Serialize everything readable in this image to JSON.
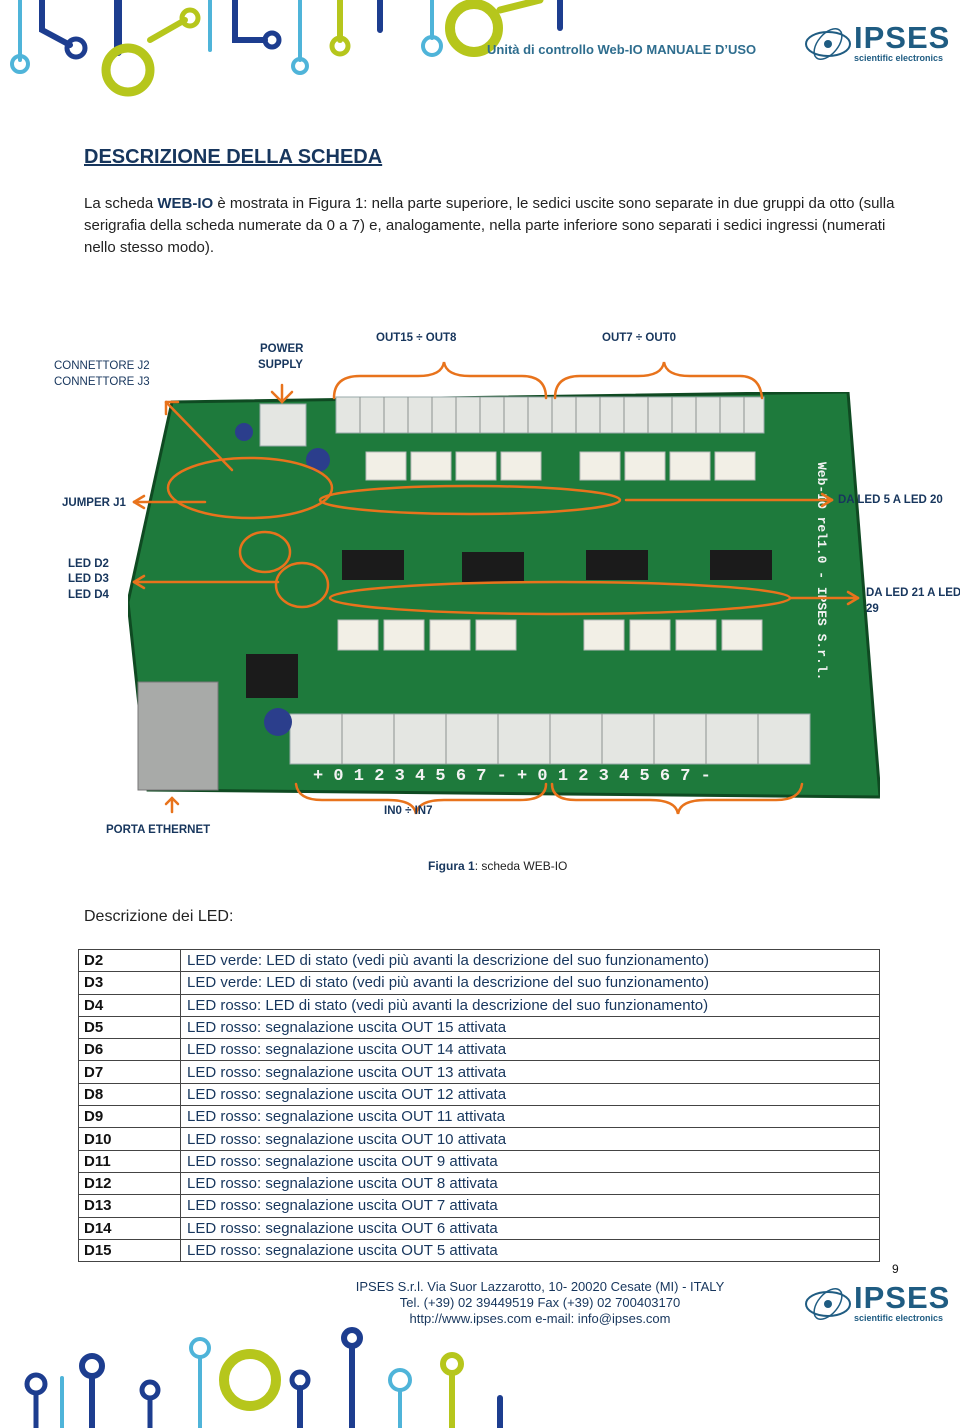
{
  "header": {
    "title": "Unità di controllo Web-IO MANUALE D’USO",
    "logo_text": "IPSES",
    "logo_subtext": "scientific electronics"
  },
  "section_title": "DESCRIZIONE DELLA SCHEDA",
  "intro": {
    "part1": "La scheda ",
    "bold": "WEB-IO",
    "part2": " è mostrata in Figura 1: nella parte superiore, le sedici uscite sono separate in due gruppi da otto (sulla serigrafia della scheda numerate da 0 a 7) e, analogamente, nella parte inferiore sono separati i sedici ingressi (numerati nello stesso modo)."
  },
  "figure": {
    "labels": {
      "connettore_j2": "CONNETTORE J2",
      "connettore_j3": "CONNETTORE J3",
      "power_supply_1": "POWER",
      "power_supply_2": "SUPPLY",
      "out15_out8": "OUT15 ÷ OUT8",
      "out7_out0": "OUT7 ÷ OUT0",
      "jumper_j1": "JUMPER J1",
      "da_led_5_a_led_20": "DA LED 5 A LED 20",
      "led_d2": "LED D2",
      "led_d3": "LED D3",
      "led_d4": "LED D4",
      "da_led_21_1": "DA LED 21 A LED",
      "da_led_21_2": "29",
      "porta_ethernet": "PORTA ETHERNET",
      "in0_in7": "IN0 ÷ IN7"
    },
    "board_silkscreen": "Web-IO rel1.0 - IPSES S.r.l.",
    "input_numbers": "+ 0 1 2 3 4 5 6 7 - + 0 1 2 3 4 5 6 7 -",
    "caption_bold": "Figura 1",
    "caption_rest": ": scheda WEB-IO"
  },
  "led_heading": "Descrizione dei LED:",
  "led_table": [
    {
      "code": "D2",
      "desc": "LED verde: LED di stato (vedi più avanti la descrizione del suo funzionamento)"
    },
    {
      "code": "D3",
      "desc": "LED verde: LED di stato (vedi più avanti la descrizione del suo funzionamento)"
    },
    {
      "code": "D4",
      "desc": "LED rosso: LED di stato (vedi più avanti la descrizione del suo funzionamento)"
    },
    {
      "code": "D5",
      "desc": "LED rosso: segnalazione uscita OUT 15 attivata"
    },
    {
      "code": "D6",
      "desc": "LED rosso: segnalazione uscita OUT 14 attivata"
    },
    {
      "code": "D7",
      "desc": "LED rosso: segnalazione uscita OUT 13 attivata"
    },
    {
      "code": "D8",
      "desc": "LED rosso: segnalazione uscita OUT 12 attivata"
    },
    {
      "code": "D9",
      "desc": "LED rosso: segnalazione uscita OUT 11 attivata"
    },
    {
      "code": "D10",
      "desc": "LED rosso: segnalazione uscita OUT 10 attivata"
    },
    {
      "code": "D11",
      "desc": "LED rosso: segnalazione uscita OUT 9 attivata"
    },
    {
      "code": "D12",
      "desc": "LED rosso: segnalazione uscita OUT 8 attivata"
    },
    {
      "code": "D13",
      "desc": "LED rosso: segnalazione uscita OUT 7 attivata"
    },
    {
      "code": "D14",
      "desc": "LED rosso: segnalazione uscita OUT 6 attivata"
    },
    {
      "code": "D15",
      "desc": "LED rosso: segnalazione uscita OUT 5 attivata"
    }
  ],
  "page_number": "9",
  "footer": {
    "line1": "IPSES S.r.l. Via Suor Lazzarotto, 10- 20020 Cesate (MI) - ITALY",
    "line2": "Tel. (+39) 02 39449519   Fax (+39) 02 700403170",
    "line3": "http://www.ipses.com   e-mail: info@ipses.com"
  },
  "colors": {
    "accent": "#17365d",
    "header_text": "#2e6d8e",
    "arrow": "#e8731c",
    "decor_blue": "#1d3d8f",
    "decor_green": "#b6c61c",
    "decor_cyan": "#4fb4d9",
    "pcb": "#1e7a3c"
  }
}
